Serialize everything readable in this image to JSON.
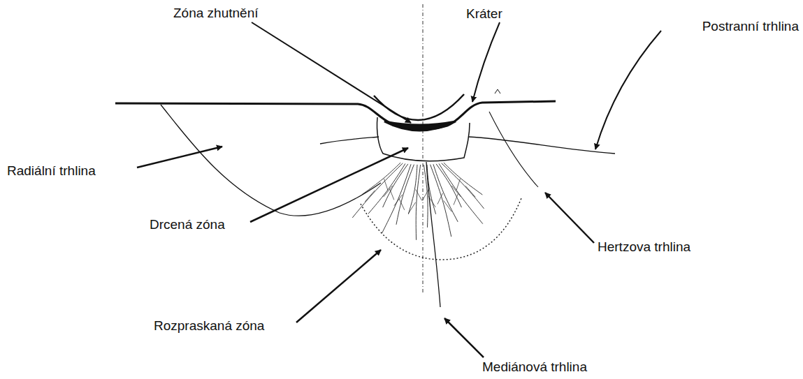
{
  "diagram": {
    "labels": [
      "Zóna zhutnění",
      "Kráter",
      "Postranní trhlina",
      "Radiální trhlina",
      "Drcená zóna",
      "Hertzova trhlina",
      "Rozpraskaná zóna",
      "Mediánová trhlina"
    ]
  }
}
